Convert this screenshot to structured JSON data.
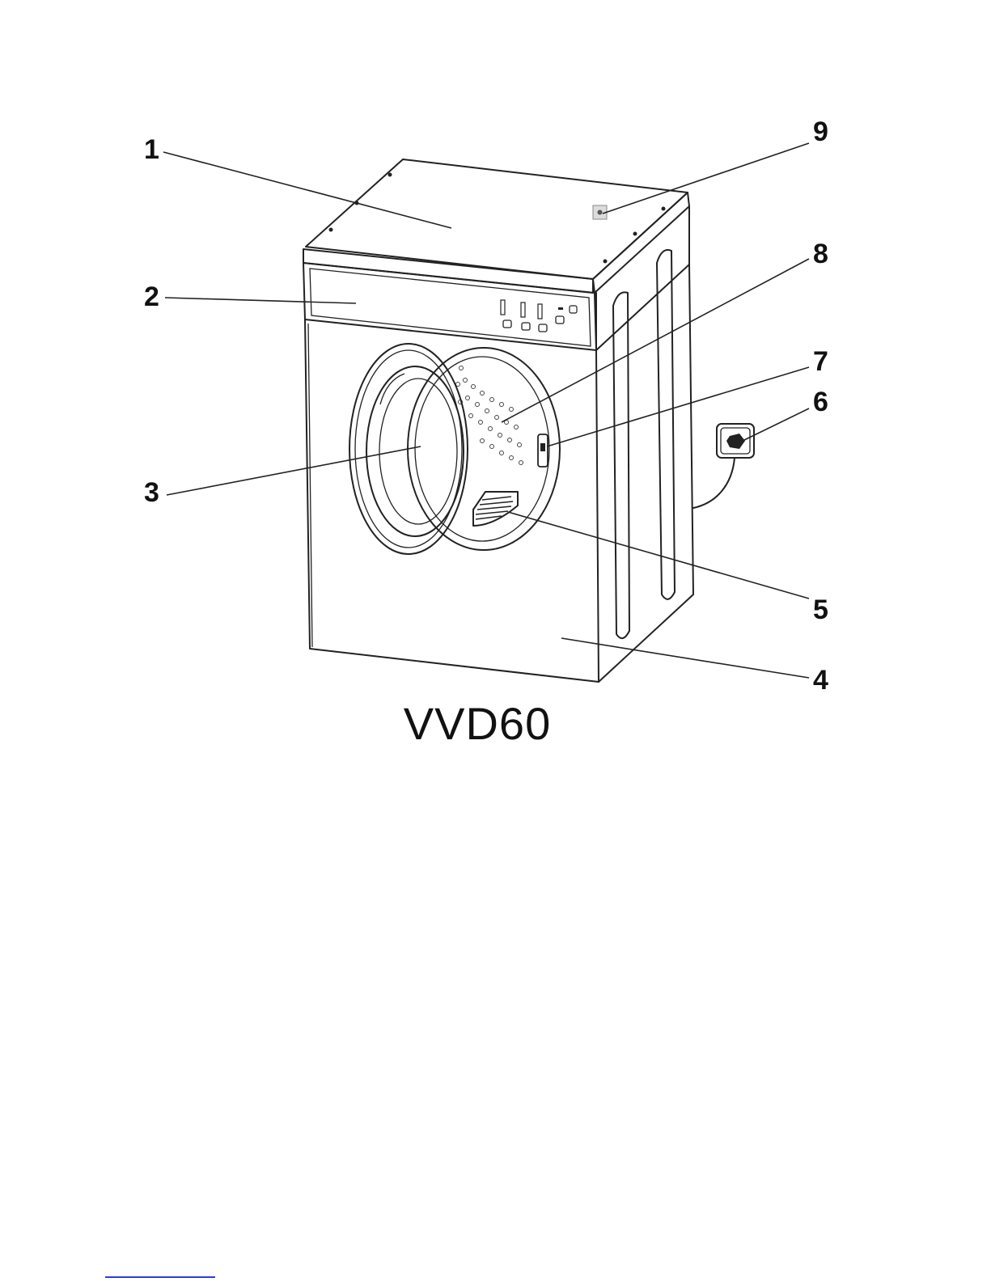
{
  "model": "VVD60",
  "callouts": [
    {
      "id": "1",
      "label": "1"
    },
    {
      "id": "2",
      "label": "2"
    },
    {
      "id": "3",
      "label": "3"
    },
    {
      "id": "4",
      "label": "4"
    },
    {
      "id": "5",
      "label": "5"
    },
    {
      "id": "6",
      "label": "6"
    },
    {
      "id": "7",
      "label": "7"
    },
    {
      "id": "8",
      "label": "8"
    },
    {
      "id": "9",
      "label": "9"
    }
  ],
  "colors": {
    "line": "#222222",
    "footer_rule": "#2a3fd0"
  },
  "icons": [
    "tumble-dryer-illustration",
    "power-plug-icon"
  ]
}
